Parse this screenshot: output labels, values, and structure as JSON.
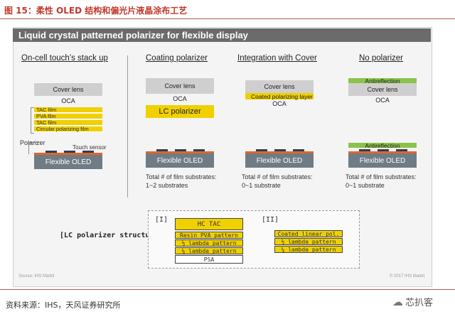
{
  "figure_title": "图 15：柔性 OLED 结构和偏光片液晶涂布工艺",
  "banner": "Liquid crystal patterned polarizer for flexible display",
  "columns": {
    "c1": {
      "heading": "On-cell touch’s stack up",
      "cover_lens": "Cover lens",
      "oca": "OCA",
      "films": [
        "TAC film",
        "PVA film",
        "TAC film",
        "Circular polarizing film"
      ],
      "polarizer_label": "Polarizer",
      "touch_label": "Touch sensor",
      "oled": "Flexible OLED"
    },
    "c2": {
      "heading": "Coating polarizer",
      "cover_lens": "Cover lens",
      "oca": "OCA",
      "lc": "LC polarizer",
      "oled": "Flexible OLED",
      "total1": "Total # of film substrates:",
      "total2": "1~2 substrates"
    },
    "c3": {
      "heading": "Integration with Cover",
      "cover_lens": "Cover lens",
      "coated": "Coated polarizing layer",
      "oca": "OCA",
      "oled": "Flexible OLED",
      "total1": "Total # of film substrates:",
      "total2": "0~1 substrate"
    },
    "c4": {
      "heading": "No polarizer",
      "antireflection": "Antireflection",
      "cover_lens": "Cover lens",
      "oca": "OCA",
      "antireflection2": "Antireflection",
      "oled": "Flexible OLED",
      "total1": "Total # of film substrates:",
      "total2": "0~1 substrate"
    }
  },
  "structure": {
    "label": "[LC polarizer structure]",
    "tag1": "[I]",
    "tag2": "[II]",
    "group1": [
      "HC TAC",
      "Resin PVA pattern",
      "½ lambda pattern",
      "¼ lambda pattern",
      "PSA"
    ],
    "group2": [
      "Coated linear pol.",
      "½ lambda pattern",
      "¼ lambda pattern"
    ]
  },
  "source": "Source: IHS Markit",
  "copyright": "© 2017 IHS Markit",
  "footer": "资料来源：IHS，天风证券研究所",
  "watermark": "芯扒客",
  "colors": {
    "accent_red": "#c0392b",
    "banner": "#6b6b6b",
    "yellow": "#f0d000",
    "green": "#8bc34a",
    "oled": "#6f7b85",
    "orange": "#e0662a"
  }
}
